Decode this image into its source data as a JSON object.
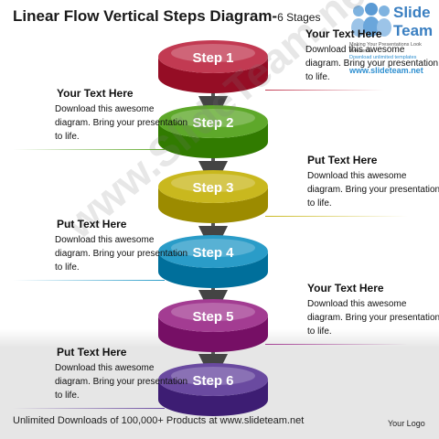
{
  "title": {
    "main": "Linear Flow Vertical Steps Diagram-",
    "sub": "6 Stages"
  },
  "logo": {
    "word_top": "Slide",
    "word_bottom": "Team",
    "tagline": "Making Your Presentations Look Awesome",
    "tagline2": "Download unlimited templates",
    "url": "www.slideteam.net"
  },
  "watermark": "www.SlideTeam.net",
  "steps": [
    {
      "label": "Step 1",
      "color": "#c23a52"
    },
    {
      "label": "Step 2",
      "color": "#5ea82a"
    },
    {
      "label": "Step 3",
      "color": "#c9b81e"
    },
    {
      "label": "Step 4",
      "color": "#2a9cc8"
    },
    {
      "label": "Step 5",
      "color": "#a33c92"
    },
    {
      "label": "Step 6",
      "color": "#6a4aa0"
    }
  ],
  "callouts": [
    {
      "heading": "Your Text Here",
      "body": "Download this awesome diagram. Bring your presentation to life.",
      "line_color": "#c23a52"
    },
    {
      "heading": "Your Text Here",
      "body": "Download this awesome diagram. Bring your presentation to life.",
      "line_color": "#5ea82a"
    },
    {
      "heading": "Put Text Here",
      "body": "Download this awesome diagram. Bring your presentation to life.",
      "line_color": "#c9b81e"
    },
    {
      "heading": "Put Text Here",
      "body": "Download this awesome diagram. Bring your presentation to life.",
      "line_color": "#2a9cc8"
    },
    {
      "heading": "Your Text Here",
      "body": "Download this awesome diagram. Bring your presentation to life.",
      "line_color": "#a33c92"
    },
    {
      "heading": "Put Text Here",
      "body": "Download this awesome diagram. Bring your presentation to life.",
      "line_color": "#6a4aa0"
    }
  ],
  "footer": "Unlimited Downloads of 100,000+ Products at www.slideteam.net",
  "your_logo": "Your Logo"
}
